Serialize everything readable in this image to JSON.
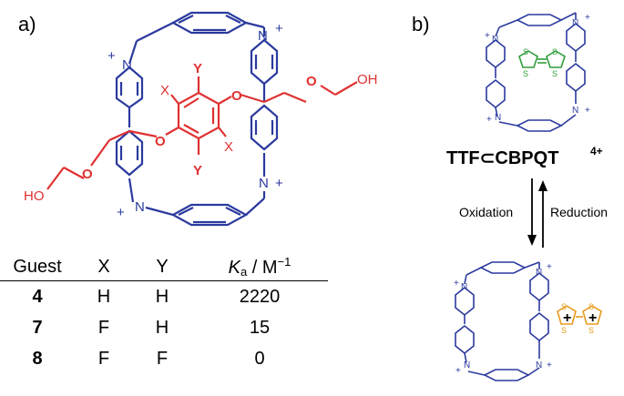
{
  "panels": {
    "a": {
      "label": "a)"
    },
    "b": {
      "label": "b)"
    }
  },
  "colors": {
    "host": "#2b3a9e",
    "guest_a": "#e03131",
    "ttf_neutral": "#2e9e3a",
    "ttf_oxidized": "#e89a1c",
    "text": "#000000"
  },
  "structure_a": {
    "charge": "+",
    "nitrogen": "N",
    "oxygen": "O",
    "sub_x": "X",
    "sub_y": "Y",
    "hydroxyl": "OH",
    "hydroxyl_left": "HO"
  },
  "table": {
    "headers": {
      "guest": "Guest",
      "x": "X",
      "y": "Y",
      "ka_letter": "K",
      "ka_sub": "a",
      "ka_unit": " / M",
      "ka_sup": "−1"
    },
    "rows": [
      {
        "guest": "4",
        "x": "H",
        "y": "H",
        "ka": "2220"
      },
      {
        "guest": "7",
        "x": "F",
        "y": "H",
        "ka": "15"
      },
      {
        "guest": "8",
        "x": "F",
        "y": "F",
        "ka": "0"
      }
    ]
  },
  "scheme_b": {
    "complex_label": "TTF⊂CBPQT",
    "complex_charge": "4+",
    "oxidation": "Oxidation",
    "reduction": "Reduction",
    "sulfur": "S",
    "charge": "+"
  }
}
